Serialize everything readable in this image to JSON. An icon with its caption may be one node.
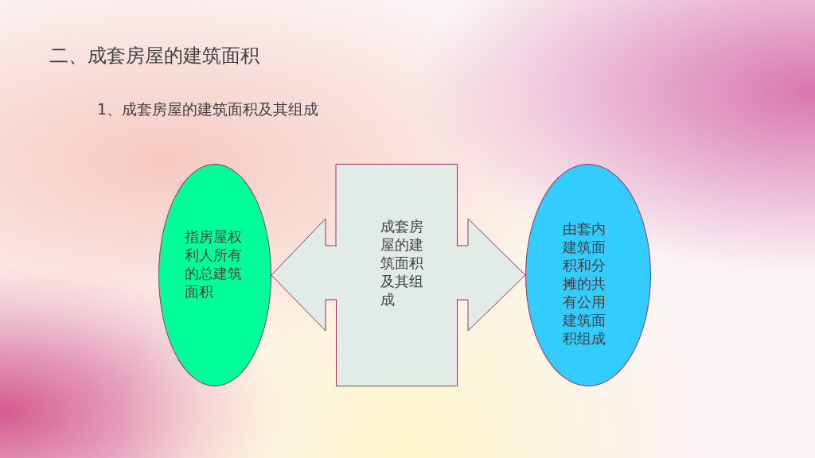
{
  "diagram": {
    "title": "二、成套房屋的建筑面积",
    "nodes": [
      {
        "text": [
          "指房屋权利人所有的总建筑面积"
        ]
      },
      {
        "text": [
          "成套房屋的建筑面积及其组成"
        ]
      },
      {
        "text": [
          "由套内建筑面积和分摊的共有公用建筑面积组成"
        ]
      }
    ],
    "edges": [
      {
        "from": 1,
        "to": 0,
        "arrow": "to"
      },
      {
        "from": 1,
        "to": 2,
        "arrow": "to"
      }
    ],
    "labels": [
      "1、成套房屋的建筑面积及其组成"
    ]
  }
}
